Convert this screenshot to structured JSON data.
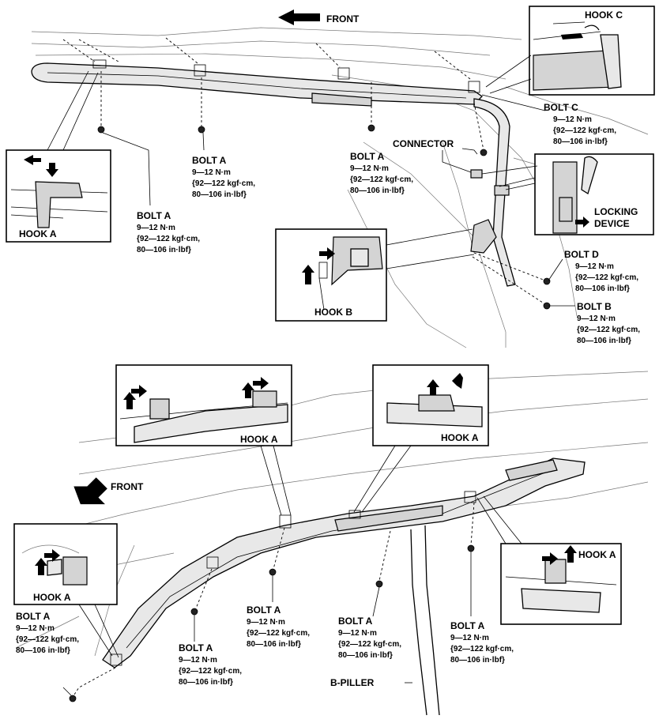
{
  "top": {
    "front_label": "FRONT",
    "hook_c": "HOOK C",
    "hook_a": "HOOK A",
    "hook_b": "HOOK B",
    "connector": "CONNECTOR",
    "locking_device_1": "LOCKING",
    "locking_device_2": "DEVICE",
    "bolt_c": {
      "title": "BOLT C",
      "torque": "9—12 N·m",
      "kgf": "{92—122 kgf·cm,",
      "inlbf": "80—106 in·lbf}"
    },
    "bolt_a_left": {
      "title": "BOLT A",
      "torque": "9—12 N·m",
      "kgf": "{92—122 kgf·cm,",
      "inlbf": "80—106 in·lbf}"
    },
    "bolt_a_mid": {
      "title": "BOLT A",
      "torque": "9—12 N·m",
      "kgf": "{92—122 kgf·cm,",
      "inlbf": "80—106 in·lbf}"
    },
    "bolt_a_right": {
      "title": "BOLT A",
      "torque": "9—12 N·m",
      "kgf": "{92—122 kgf·cm,",
      "inlbf": "80—106 in·lbf}"
    },
    "bolt_d": {
      "title": "BOLT D",
      "torque": "9—12 N·m",
      "kgf": "{92—122 kgf·cm,",
      "inlbf": "80—106 in·lbf}"
    },
    "bolt_b": {
      "title": "BOLT B",
      "torque": "9—12 N·m",
      "kgf": "{92—122 kgf·cm,",
      "inlbf": "80—106 in·lbf}"
    }
  },
  "bottom": {
    "front_label": "FRONT",
    "hook_a_1": "HOOK A",
    "hook_a_2": "HOOK A",
    "hook_a_3": "HOOK A",
    "hook_a_4": "HOOK A",
    "b_piller": "B-PILLER",
    "bolts": [
      {
        "title": "BOLT A",
        "torque": "9—12 N·m",
        "kgf": "{92—122 kgf·cm,",
        "inlbf": "80—106 in·lbf}"
      },
      {
        "title": "BOLT A",
        "torque": "9—12 N·m",
        "kgf": "{92—122 kgf·cm,",
        "inlbf": "80—106 in·lbf}"
      },
      {
        "title": "BOLT A",
        "torque": "9—12 N·m",
        "kgf": "{92—122 kgf·cm,",
        "inlbf": "80—106 in·lbf}"
      },
      {
        "title": "BOLT A",
        "torque": "9—12 N·m",
        "kgf": "{92—122 kgf·cm,",
        "inlbf": "80—106 in·lbf}"
      },
      {
        "title": "BOLT A",
        "torque": "9—12 N·m",
        "kgf": "{92—122 kgf·cm,",
        "inlbf": "80—106 in·lbf}"
      }
    ]
  }
}
